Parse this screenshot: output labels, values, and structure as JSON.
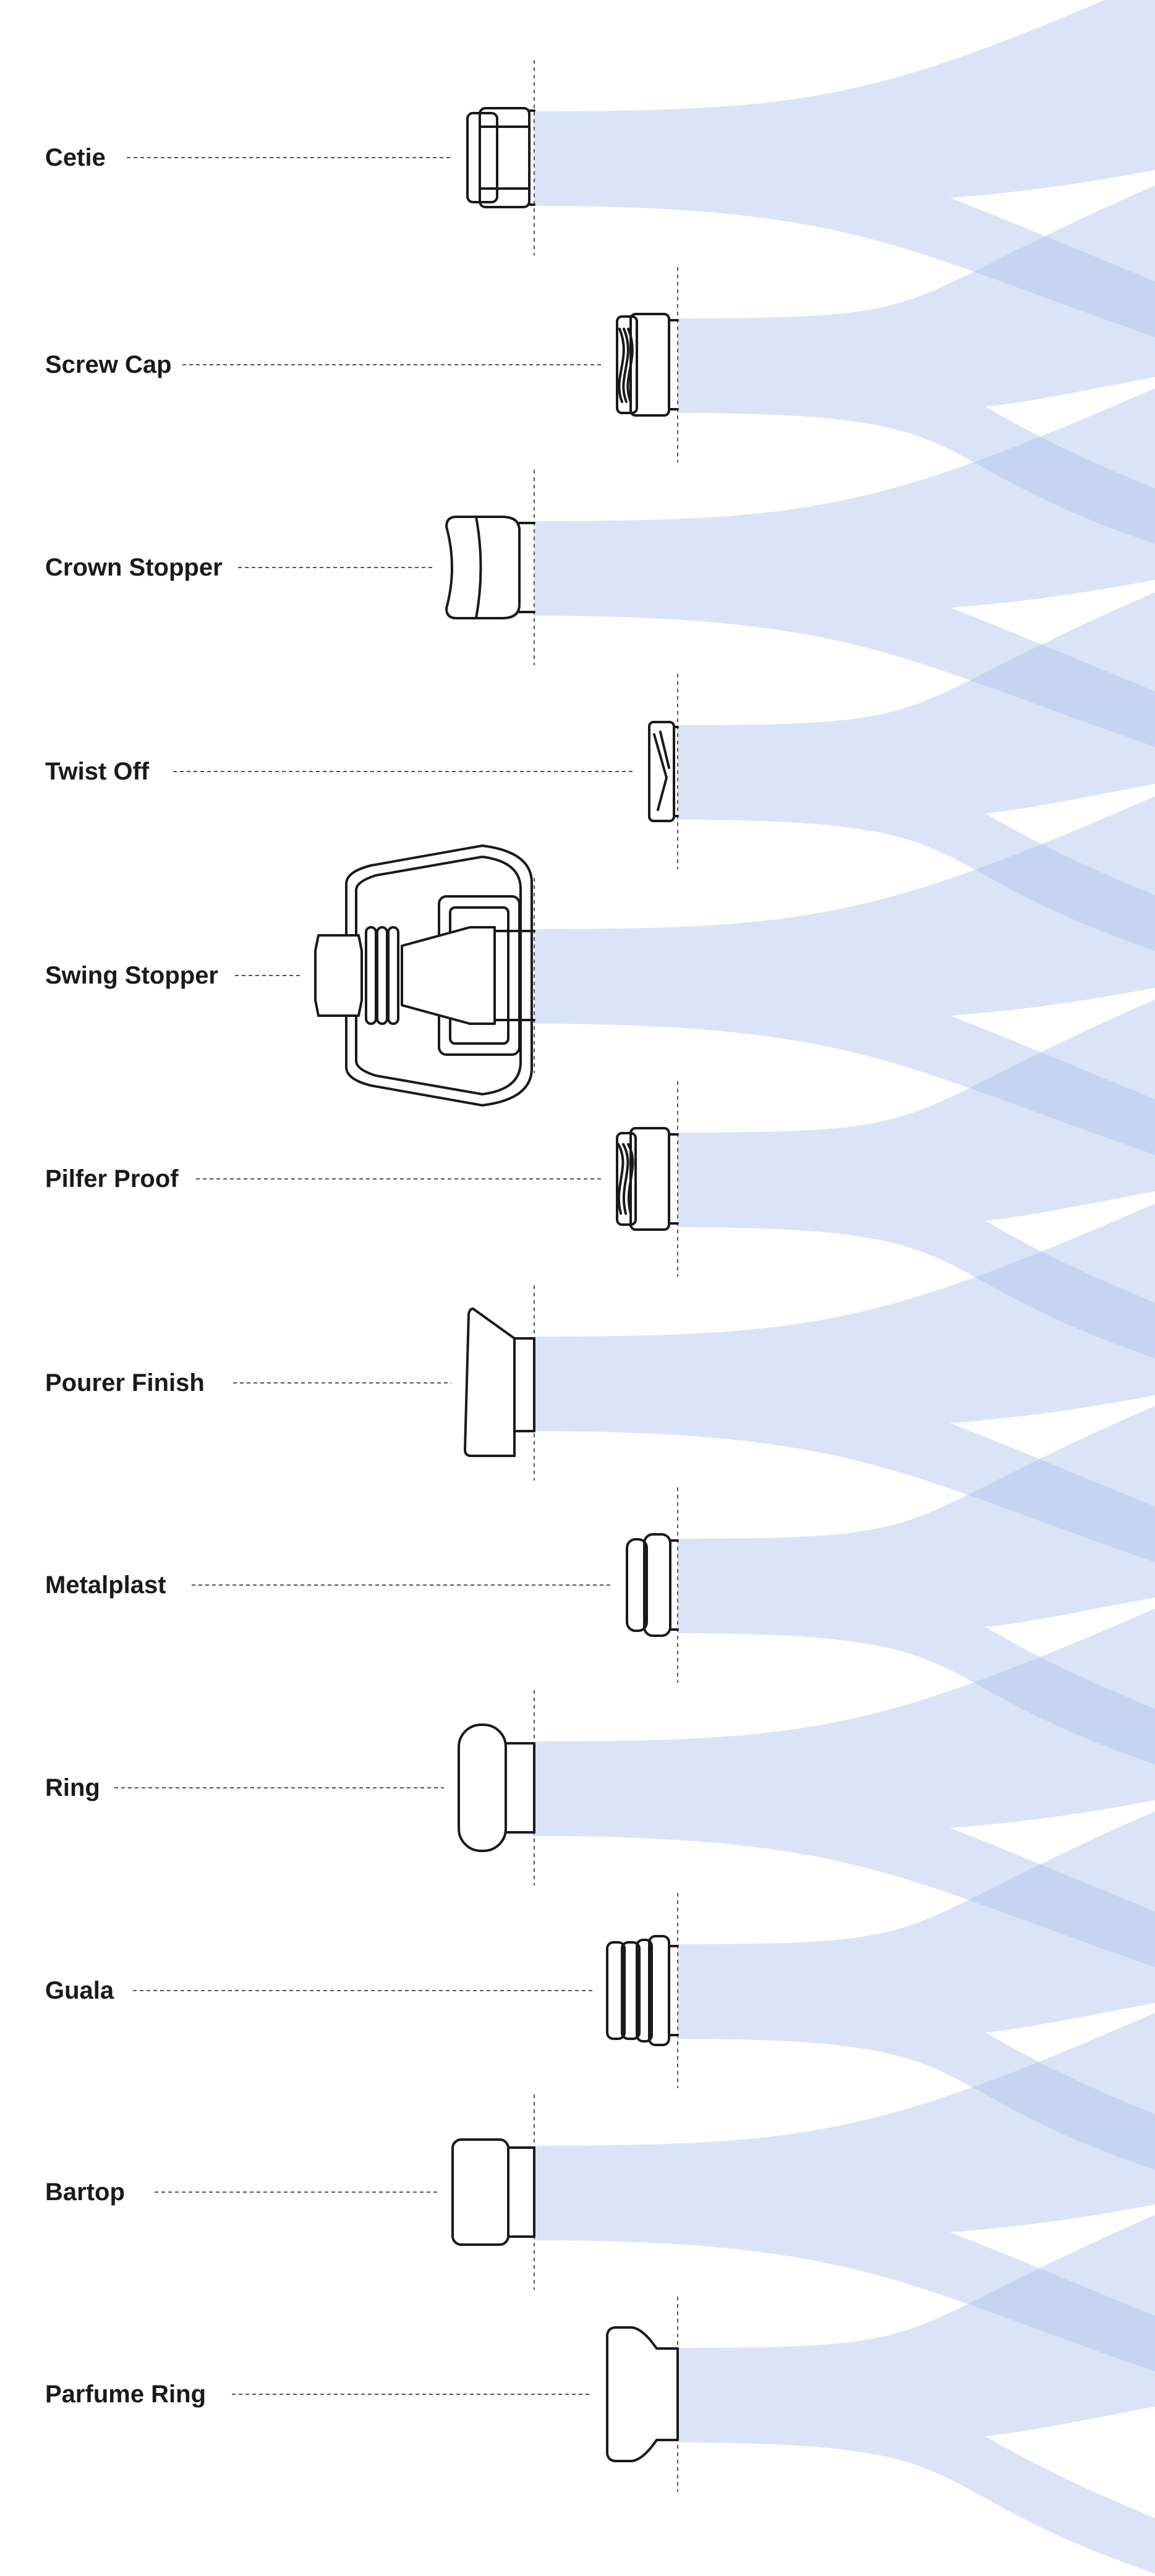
{
  "finishes": [
    {
      "id": "cetie",
      "label": "Cetie",
      "shape": "cetie-finish-icon"
    },
    {
      "id": "screw-cap",
      "label": "Screw Cap",
      "shape": "screw-cap-finish-icon"
    },
    {
      "id": "crown-stopper",
      "label": "Crown Stopper",
      "shape": "crown-stopper-finish-icon"
    },
    {
      "id": "twist-off",
      "label": "Twist Off",
      "shape": "twist-off-finish-icon"
    },
    {
      "id": "swing-stopper",
      "label": "Swing Stopper",
      "shape": "swing-stopper-finish-icon"
    },
    {
      "id": "pilfer-proof",
      "label": "Pilfer Proof",
      "shape": "pilfer-proof-finish-icon"
    },
    {
      "id": "pourer-finish",
      "label": "Pourer Finish",
      "shape": "pourer-finish-icon"
    },
    {
      "id": "metalplast",
      "label": "Metalplast",
      "shape": "metalplast-finish-icon"
    },
    {
      "id": "ring",
      "label": "Ring",
      "shape": "ring-finish-icon"
    },
    {
      "id": "guala",
      "label": "Guala",
      "shape": "guala-finish-icon"
    },
    {
      "id": "bartop",
      "label": "Bartop",
      "shape": "bartop-finish-icon"
    },
    {
      "id": "parfume-ring",
      "label": "Parfume Ring",
      "shape": "parfume-ring-finish-icon"
    }
  ],
  "colors": {
    "flow": "#a9bfec",
    "stroke": "#1a1a1a",
    "leader": "#555555",
    "text": "#1a1a1a"
  }
}
